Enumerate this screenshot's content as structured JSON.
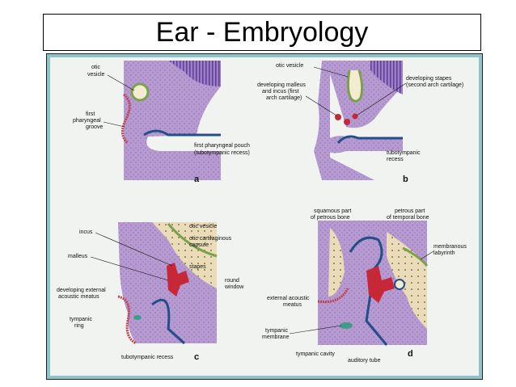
{
  "title": "Ear - Embryology",
  "panels": {
    "a": {
      "letter": "a",
      "otic_vesicle": [
        "otic",
        "vesicle"
      ],
      "first_pharyngeal_groove": [
        "first",
        "pharyngeal",
        "groove"
      ],
      "first_pharyngeal_pouch": [
        "first pharyngeal pouch",
        "(tubotympanic recess)"
      ]
    },
    "b": {
      "letter": "b",
      "otic_vesicle": "otic vesicle",
      "malleus_incus": [
        "developing malleus",
        "and incus (first",
        "arch cartilage)"
      ],
      "stapes": [
        "developing stapes",
        "(second arch cartilage)"
      ],
      "tubotympanic": [
        "tubotympanic",
        "recess"
      ]
    },
    "c": {
      "letter": "c",
      "incus": "incus",
      "malleus": "malleus",
      "external_meatus": [
        "developing external",
        "acoustic meatus"
      ],
      "tympanic_ring": [
        "tympanic",
        "ring"
      ],
      "tubotympanic": "tubotympanic recess",
      "otic_vesicle": "otic vesicle",
      "otic_capsule": [
        "otic cartilaginous",
        "capsule"
      ],
      "stapes": "stapes",
      "round_window": [
        "round",
        "window"
      ]
    },
    "d": {
      "letter": "d",
      "squamous": [
        "squamous part",
        "of petrous bone"
      ],
      "petrous": [
        "petrous part",
        "of temporal bone"
      ],
      "membranous": [
        "membranous",
        "labyrinth"
      ],
      "external_meatus": [
        "external acoustic",
        "meatus"
      ],
      "tympanic_membrane": [
        "tympanic",
        "membrane"
      ],
      "tympanic_cavity": "tympanic cavity",
      "auditory_tube": "auditory tube"
    }
  }
}
